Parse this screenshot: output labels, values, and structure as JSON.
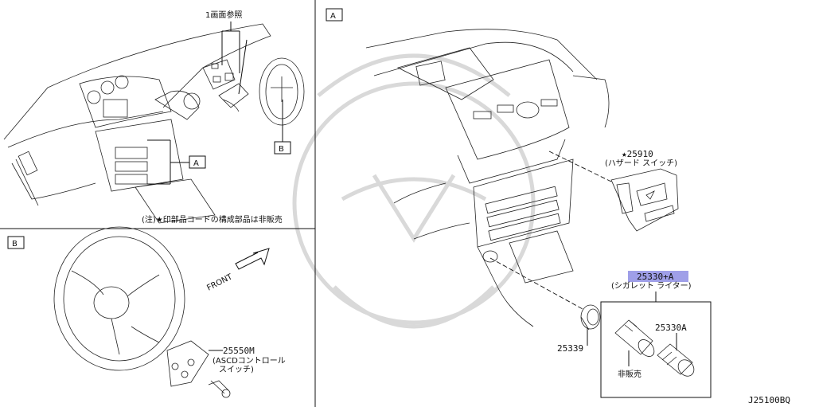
{
  "panels": {
    "top_left": {
      "ref_note": "1画面参照",
      "callout_a": "A",
      "callout_b": "B",
      "footnote": "(注)★印部品コードの構成部品は非販売"
    },
    "bottom_left": {
      "panel_label": "B",
      "front_label": "FRONT",
      "part_25550M": {
        "code": "25550M",
        "desc_line1": "(ASCDコントロール",
        "desc_line2": "スイッチ)"
      }
    },
    "right": {
      "panel_label": "A",
      "part_25910": {
        "code": "★25910",
        "desc": "(ハザード スイッチ)"
      },
      "part_25330": {
        "code": "25330+A",
        "desc": "(シガレット ライター)",
        "highlight": "#9f9fe8"
      },
      "part_25339": {
        "code": "25339"
      },
      "part_25330A": {
        "code": "25330A"
      },
      "not_for_sale": "非販売"
    }
  },
  "diagram_id": "J25100BQ"
}
